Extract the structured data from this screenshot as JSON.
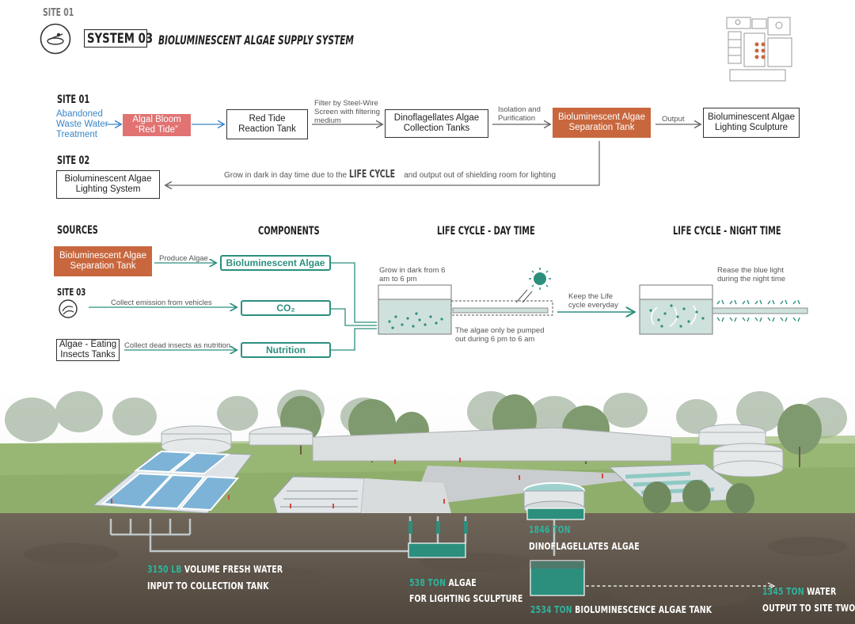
{
  "header": {
    "site_label": "SITE 01",
    "system_label": "SYSTEM 03",
    "title": "BIOLUMINESCENT ALGAE SUPPLY SYSTEM"
  },
  "flow": {
    "site01_label": "SITE 01",
    "source_text": [
      "Abandoned",
      "Waste Water",
      "Treatment"
    ],
    "algal_bloom": [
      "Algal Bloom",
      "“Red Tide”"
    ],
    "red_tide_tank": [
      "Red Tide",
      "Reaction Tank"
    ],
    "filter_note": [
      "Filter by Steel-Wire",
      "Screen with filtering",
      "medium"
    ],
    "collection_tanks": [
      "Dinoflagellates Algae",
      "Collection Tanks"
    ],
    "isolation_note": [
      "Isolation and",
      "Purification"
    ],
    "separation_tank": [
      "Bioluminescent Algae",
      "Separation Tank"
    ],
    "output_note": "Output",
    "sculpture": [
      "Bioluminescent Algae",
      "Lighting Sculpture"
    ],
    "site02_label": "SITE 02",
    "lighting_system": [
      "Bioluminescent Algae",
      "Lighting System"
    ],
    "grow_note_before": "Grow in dark in day time due to the",
    "grow_note_emph": "LIFE CYCLE",
    "grow_note_after": "and output out of shielding room for lighting"
  },
  "components_panel": {
    "sources_title": "SOURCES",
    "components_title": "COMPONENTS",
    "day_title": "LIFE CYCLE - DAY TIME",
    "night_title": "LIFE CYCLE - NIGHT TIME",
    "source_tank": [
      "Bioluminescent Algae",
      "Separation Tank"
    ],
    "produce_note": "Produce Algae",
    "comp_algae": "Bioluminescent Algae",
    "site03_label": "SITE 03",
    "emission_note": "Collect emission from vehicles",
    "comp_co2": "CO₂",
    "insect_tanks": [
      "Algae - Eating",
      "Insects Tanks"
    ],
    "insect_note": "Collect dead insects as nutrition",
    "comp_nutrition": "Nutrition",
    "day_grow_note": [
      "Grow in dark from 6",
      "am to 6 pm"
    ],
    "pump_note": [
      "The algae only be pumped",
      "out during 6 pm to 6 am"
    ],
    "keep_note": [
      "Keep the Life",
      "cycle everyday"
    ],
    "release_note": [
      "Rease the blue light",
      "during the night time"
    ]
  },
  "stats": {
    "fresh_water_num": "3150 LB",
    "fresh_water_text": "VOLUME FRESH WATER",
    "fresh_water_text2": "INPUT TO COLLECTION TANK",
    "dino_num": "1846 TON",
    "dino_text": "DINOFLAGELLATES ALGAE",
    "sculpture_num": "538 TON",
    "sculpture_text": "ALGAE",
    "sculpture_text2": "FOR LIGHTING SCULPTURE",
    "tank_num": "2534 TON",
    "tank_text": "BIOLUMINESCENCE ALGAE TANK",
    "water_num": "1345 TON",
    "water_text": "WATER",
    "water_text2": "OUTPUT TO SITE TWO"
  },
  "colors": {
    "teal": "#2c8f7e",
    "orange": "#c8673e",
    "pink": "#e17373",
    "blue": "#3a86c8"
  }
}
